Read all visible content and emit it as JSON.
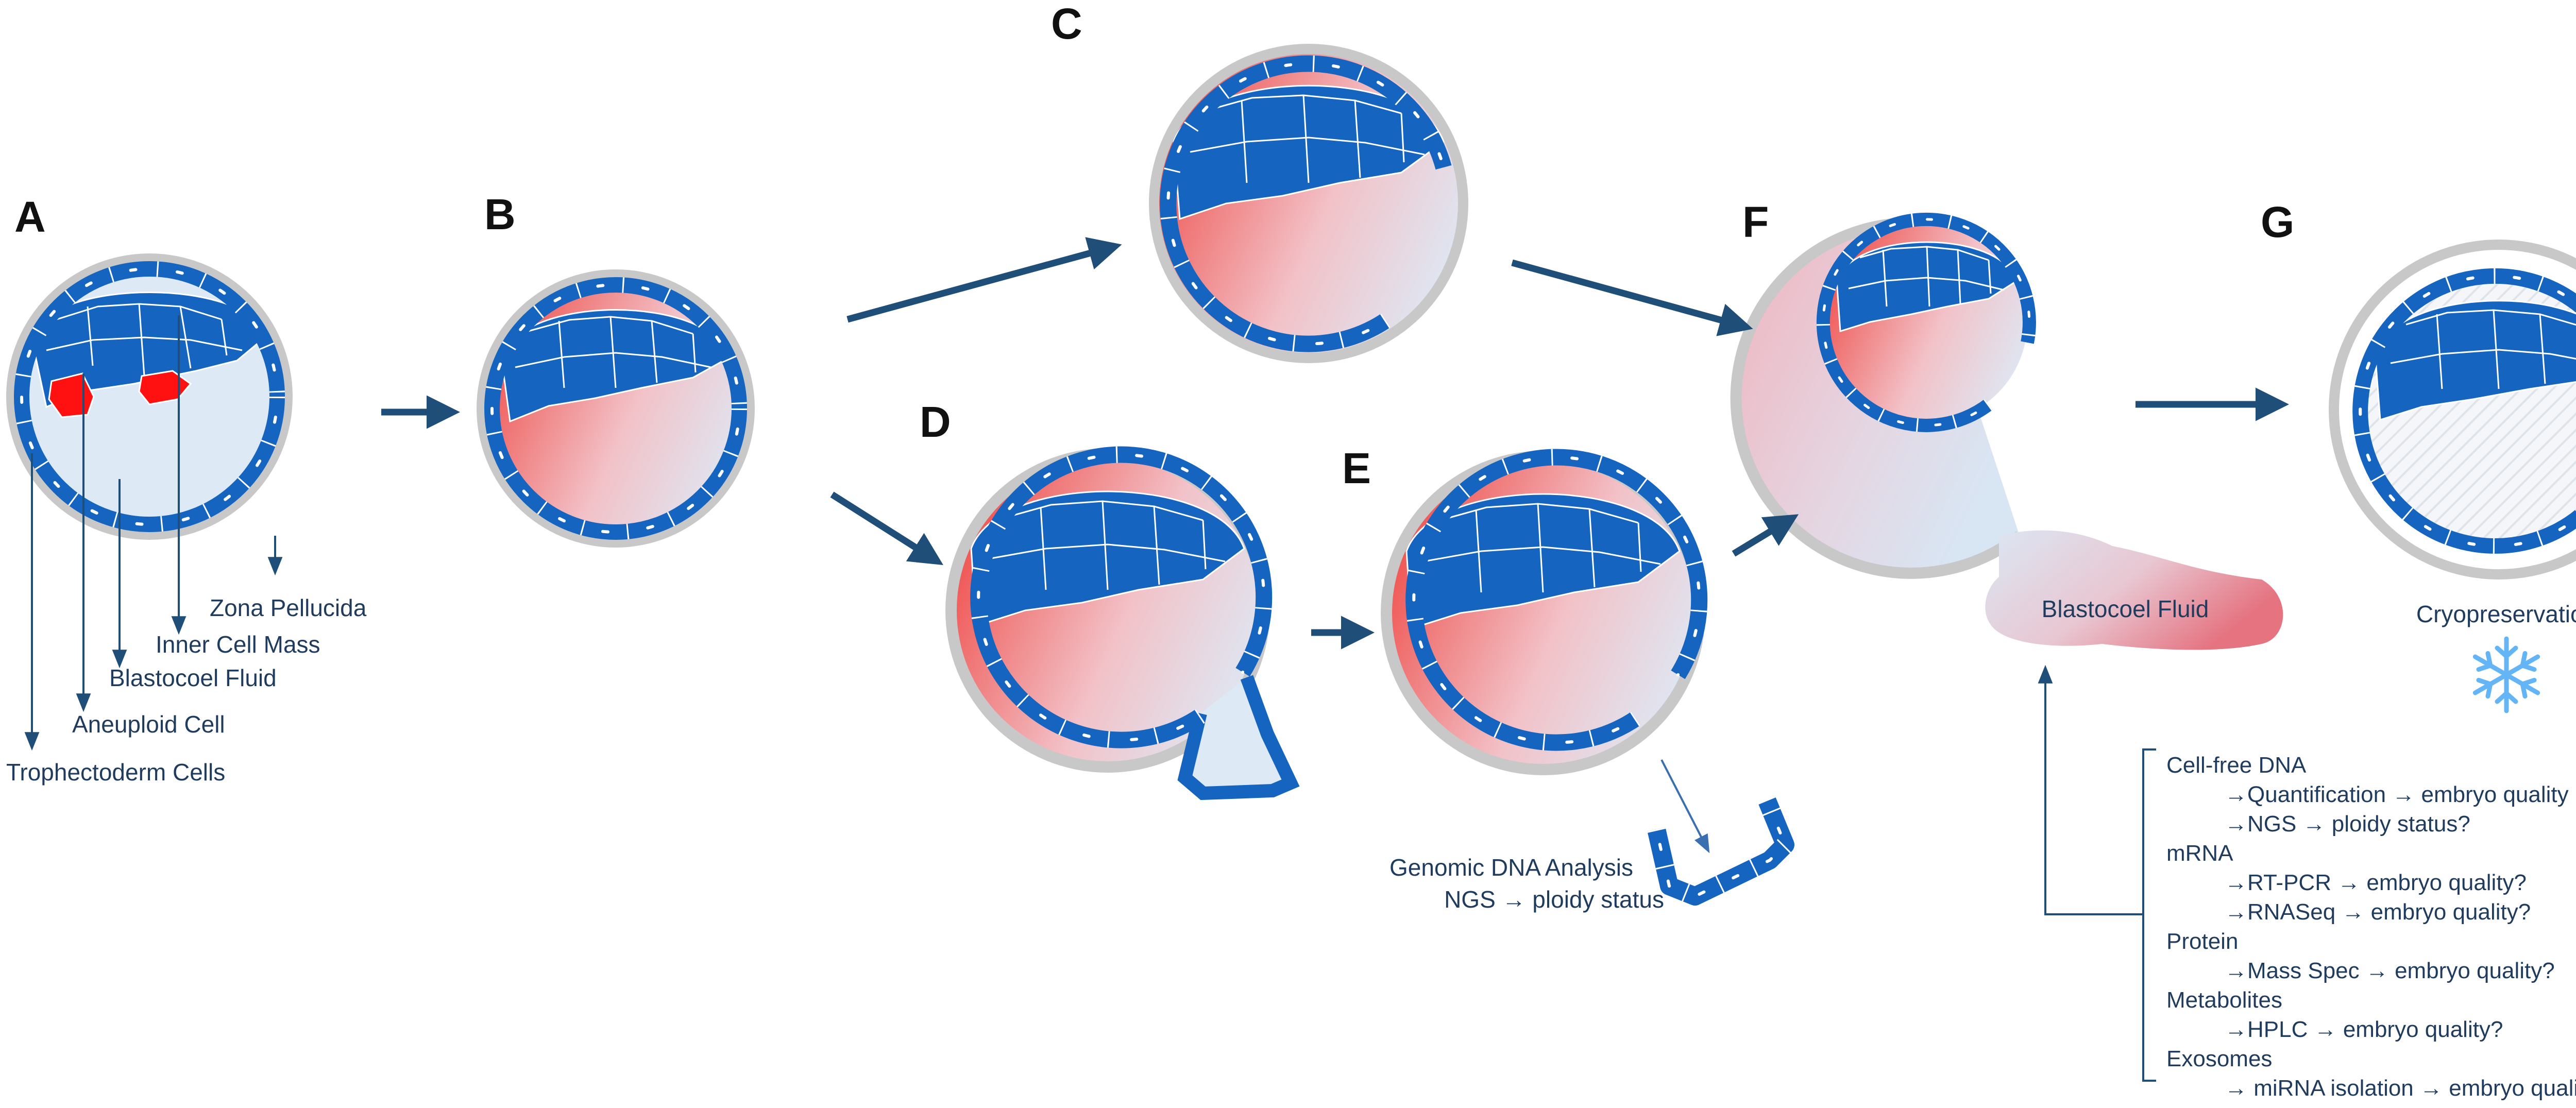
{
  "panels": {
    "a": "A",
    "b": "B",
    "c": "C",
    "d": "D",
    "e": "E",
    "f": "F",
    "g": "G"
  },
  "panel_a_labels": {
    "zona_pellucida": "Zona Pellucida",
    "inner_cell_mass": "Inner Cell Mass",
    "blastocoel_fluid": "Blastocoel Fluid",
    "aneuploid_cell": "Aneuploid Cell",
    "trophectoderm_cells": "Trophectoderm Cells"
  },
  "panel_e_labels": {
    "genomic_dna": "Genomic DNA Analysis",
    "ngs_ploidy": "NGS → ploidy status"
  },
  "panel_f_labels": {
    "blastocoel_fluid": "Blastocoel Fluid"
  },
  "panel_g_labels": {
    "cryopreservation": "Cryopreservation"
  },
  "analysis_list": {
    "cfdna": "Cell-free DNA",
    "cfdna_1": "→Quantification → embryo quality",
    "cfdna_2": "→NGS → ploidy status?",
    "mrna": "mRNA",
    "mrna_1": "→RT-PCR → embryo quality?",
    "mrna_2": "→RNASeq → embryo quality?",
    "protein": "Protein",
    "protein_1": "→Mass Spec → embryo quality?",
    "metabolites": "Metabolites",
    "metabolites_1": "→HPLC → embryo quality?",
    "exosomes": "Exosomes",
    "exosomes_1": "→ miRNA isolation → embryo quality?"
  },
  "colors": {
    "cell_blue": "#1565c0",
    "zona_grey": "#c8c8c8",
    "fluid_light": "#dde9f5",
    "fluid_red": "#ef5350",
    "aneuploid_red": "#ff0000",
    "arrow_navy": "#1f4e79",
    "text_navy": "#1f3b5e",
    "snowflake": "#64b5f6"
  }
}
